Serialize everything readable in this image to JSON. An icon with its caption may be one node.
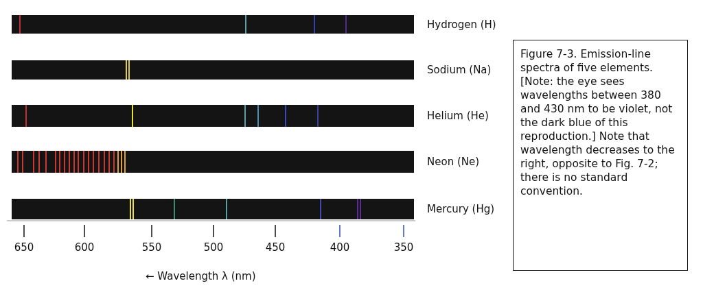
{
  "diagram": {
    "caption": "Figure 7-3. Emission-line spectra of five elements. [Note: the eye sees wavelengths between 380 and 430 nm to be violet, not the dark blue of this reproduction.] Note that wavelength decreases to the right, opposite to Fig. 7-2; there is no standard convention.",
    "labels": [
      "Hydrogen (H)",
      "Sodium (Na)",
      "Helium (He)",
      "Neon (Ne)",
      "Mercury (Hg)",
      "650",
      "600",
      "550",
      "500",
      "450",
      "400",
      "350",
      "← Wavelength λ (nm)"
    ]
  }
}
